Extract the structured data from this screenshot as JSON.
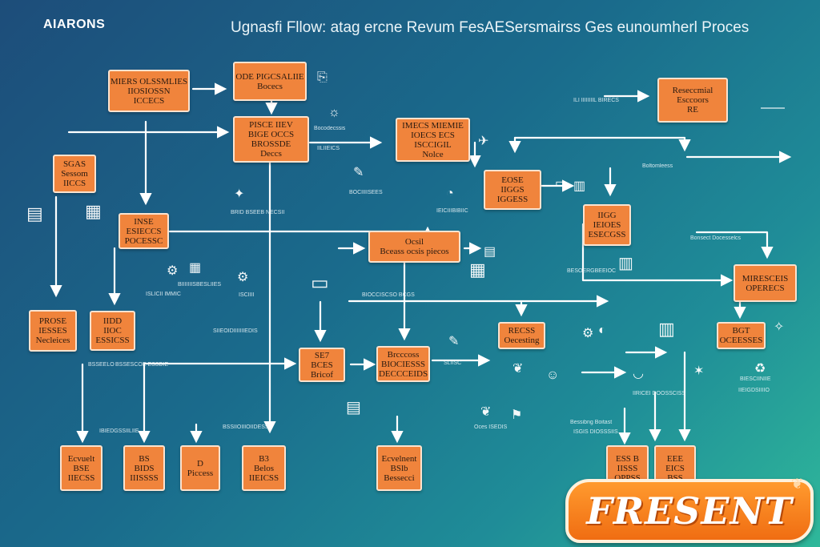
{
  "header": {
    "brand": "AIARONS",
    "title": "Ugnasfi Fllow: atag ercne Revum FesAESersmairss Ges eunoumherl Proces"
  },
  "nodes": [
    {
      "id": "n1",
      "lines": [
        "MIERS OLSSMLIES",
        "IIOSIOSSN",
        "ICCECS"
      ]
    },
    {
      "id": "n2",
      "lines": [
        "ODE PIGCSALIIE",
        "Bocecs"
      ]
    },
    {
      "id": "n3",
      "lines": [
        "Reseccmial",
        "Esccoors",
        "RE"
      ]
    },
    {
      "id": "n4",
      "lines": [
        "PISCE IIEV",
        "BIGE OCCS",
        "BROSSDE",
        "Deccs"
      ]
    },
    {
      "id": "n5",
      "lines": [
        "IMECS MIEMIE",
        "IOECS ECS",
        "ISCCIGIL",
        "Nolce"
      ]
    },
    {
      "id": "n6",
      "lines": [
        "SGAS",
        "Sessom",
        "IICCS"
      ]
    },
    {
      "id": "n7",
      "lines": [
        "EOSE",
        "IIGGS",
        "IGGESS"
      ]
    },
    {
      "id": "n8",
      "lines": [
        "INSE",
        "ESIECCS",
        "POCESSC"
      ]
    },
    {
      "id": "n9",
      "lines": [
        "IIGG",
        "IEIOES",
        "ESECGSS"
      ]
    },
    {
      "id": "n10",
      "lines": [
        "Ocsil",
        "Bceass ocsis piecos"
      ]
    },
    {
      "id": "n11",
      "lines": [
        "MIRESCEIS",
        "OPERECS"
      ]
    },
    {
      "id": "n12",
      "lines": [
        "PROSE",
        "IESSES",
        "Necleices"
      ]
    },
    {
      "id": "n13",
      "lines": [
        "IIDD",
        "IIOC",
        "ESSICSS"
      ]
    },
    {
      "id": "n14",
      "lines": [
        "RECSS",
        "Oecesting"
      ]
    },
    {
      "id": "n15",
      "lines": [
        "BGT",
        "OCEESSES"
      ]
    },
    {
      "id": "n16",
      "lines": [
        "SE7",
        "BCES",
        "Bricof"
      ]
    },
    {
      "id": "n17",
      "lines": [
        "Brcccoss",
        "BIOCIESSS",
        "DECCCEIDS"
      ]
    },
    {
      "id": "n18",
      "lines": [
        "Ecvuelt",
        "BSE",
        "IIECSS"
      ]
    },
    {
      "id": "n19",
      "lines": [
        "BS",
        "BIDS",
        "IIISSSS"
      ]
    },
    {
      "id": "n20",
      "lines": [
        "D",
        "Piccess"
      ]
    },
    {
      "id": "n21",
      "lines": [
        "B3",
        "Belos",
        "IIEICSS"
      ]
    },
    {
      "id": "n22",
      "lines": [
        "Ecvelnent",
        "BSlb",
        "Bessecci"
      ]
    },
    {
      "id": "n23",
      "lines": [
        "ESS B",
        "IISSS",
        "OPPSS"
      ]
    },
    {
      "id": "n24",
      "lines": [
        "EEE",
        "EICS",
        "BSS"
      ]
    }
  ],
  "notes": [
    {
      "id": "t1",
      "text": "ILI IIIIIIIIL BIRECS"
    },
    {
      "id": "t2",
      "text": "Bocodecssis"
    },
    {
      "id": "t3",
      "text": "IILIIEICS"
    },
    {
      "id": "t4",
      "text": "Boltomleess"
    },
    {
      "id": "t5",
      "text": "BOCIIIISEES"
    },
    {
      "id": "t6",
      "text": "BRID BSEEB NECSII"
    },
    {
      "id": "t7",
      "text": "IEICIIIBIBIIC"
    },
    {
      "id": "t8",
      "text": "Bonsect Docesselcs"
    },
    {
      "id": "t9",
      "text": "BESOERGBEEIOC"
    },
    {
      "id": "t10",
      "text": "BIIIIIIISBESLIIES"
    },
    {
      "id": "t11",
      "text": "ISLICII IMMIC"
    },
    {
      "id": "t12",
      "text": "ISCIIII"
    },
    {
      "id": "t13",
      "text": "BIOCCISCSO BCGS"
    },
    {
      "id": "t14",
      "text": "SIIEOIDIIIIIIIEDIS"
    },
    {
      "id": "t15",
      "text": "SLIISC"
    },
    {
      "id": "t16",
      "text": "BSSEELO"
    },
    {
      "id": "t17",
      "text": "BSSESCOE ESSDIE"
    },
    {
      "id": "t18",
      "text": "IIRICEI DOOSSCISS"
    },
    {
      "id": "t19",
      "text": "Oces ISEDIS"
    },
    {
      "id": "t20",
      "text": "Bessibng Boitast"
    },
    {
      "id": "t21",
      "text": "IBIEDGSSIILIIE"
    },
    {
      "id": "t22",
      "text": "BSSIIOIIIOIIDESS"
    },
    {
      "id": "t23",
      "text": "ISGIS DIOSSSIIS"
    },
    {
      "id": "t24",
      "text": "BIESCIINIIE"
    },
    {
      "id": "t25",
      "text": "IIEIGDSIIIIO"
    }
  ],
  "icons": [
    {
      "id": "i1",
      "name": "document-icon",
      "glyph": "⎘"
    },
    {
      "id": "i2",
      "name": "bulb-icon",
      "glyph": "☼"
    },
    {
      "id": "i3",
      "name": "plane-icon",
      "glyph": "✈"
    },
    {
      "id": "i4",
      "name": "notepad-icon",
      "glyph": "✎"
    },
    {
      "id": "i5",
      "name": "image-card-icon",
      "glyph": "▤"
    },
    {
      "id": "i6",
      "name": "grid-card-icon",
      "glyph": "▦"
    },
    {
      "id": "i7",
      "name": "shapes-icon",
      "glyph": "✦"
    },
    {
      "id": "i8",
      "name": "gauge-icon",
      "glyph": "◔"
    },
    {
      "id": "i9",
      "name": "monitor-icon",
      "glyph": "▭"
    },
    {
      "id": "i10",
      "name": "bars-chart-icon",
      "glyph": "▥"
    },
    {
      "id": "i11",
      "name": "settings-icon",
      "glyph": "⚙"
    },
    {
      "id": "i12",
      "name": "grid-card-icon",
      "glyph": "▦"
    },
    {
      "id": "i13",
      "name": "window-icon",
      "glyph": "▭"
    },
    {
      "id": "i14",
      "name": "gear-icon",
      "glyph": "⚙"
    },
    {
      "id": "i15",
      "name": "grid-card-icon",
      "glyph": "▦"
    },
    {
      "id": "i16",
      "name": "table-icon",
      "glyph": "▤"
    },
    {
      "id": "i17",
      "name": "bars-chart-icon",
      "glyph": "▥"
    },
    {
      "id": "i18",
      "name": "bars-chart-icon",
      "glyph": "▥"
    },
    {
      "id": "i19",
      "name": "gear-icon",
      "glyph": "⚙"
    },
    {
      "id": "i20",
      "name": "star-icon",
      "glyph": "✧"
    },
    {
      "id": "i21",
      "name": "drawing-icon",
      "glyph": "✎"
    },
    {
      "id": "i22",
      "name": "gauge-icon",
      "glyph": "◐"
    },
    {
      "id": "i23",
      "name": "bird-icon",
      "glyph": "❦"
    },
    {
      "id": "i24",
      "name": "basket-icon",
      "glyph": "◡"
    },
    {
      "id": "i25",
      "name": "sparkle-icon",
      "glyph": "✶"
    },
    {
      "id": "i26",
      "name": "recycle-icon",
      "glyph": "♻"
    },
    {
      "id": "i27",
      "name": "document-icon",
      "glyph": "▤"
    },
    {
      "id": "i28",
      "name": "bird-icon",
      "glyph": "❦"
    },
    {
      "id": "i29",
      "name": "flag-icon",
      "glyph": "⚑"
    },
    {
      "id": "i30",
      "name": "people-icon",
      "glyph": "☺"
    }
  ],
  "logo": {
    "text": "FRESENT"
  },
  "colors": {
    "node_fill": "#f0843c",
    "node_border": "#fbe3cf",
    "edge": "#ffffff",
    "logo_fill": "#f57a18"
  }
}
